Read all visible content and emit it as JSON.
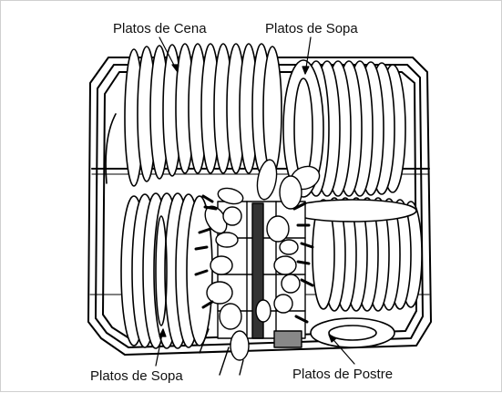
{
  "labels": {
    "dinner_plates": "Platos de Cena",
    "soup_plates_top": "Platos de Sopa",
    "soup_plates_bottom": "Platos de Sopa",
    "dessert_plates": "Platos de Postre"
  }
}
